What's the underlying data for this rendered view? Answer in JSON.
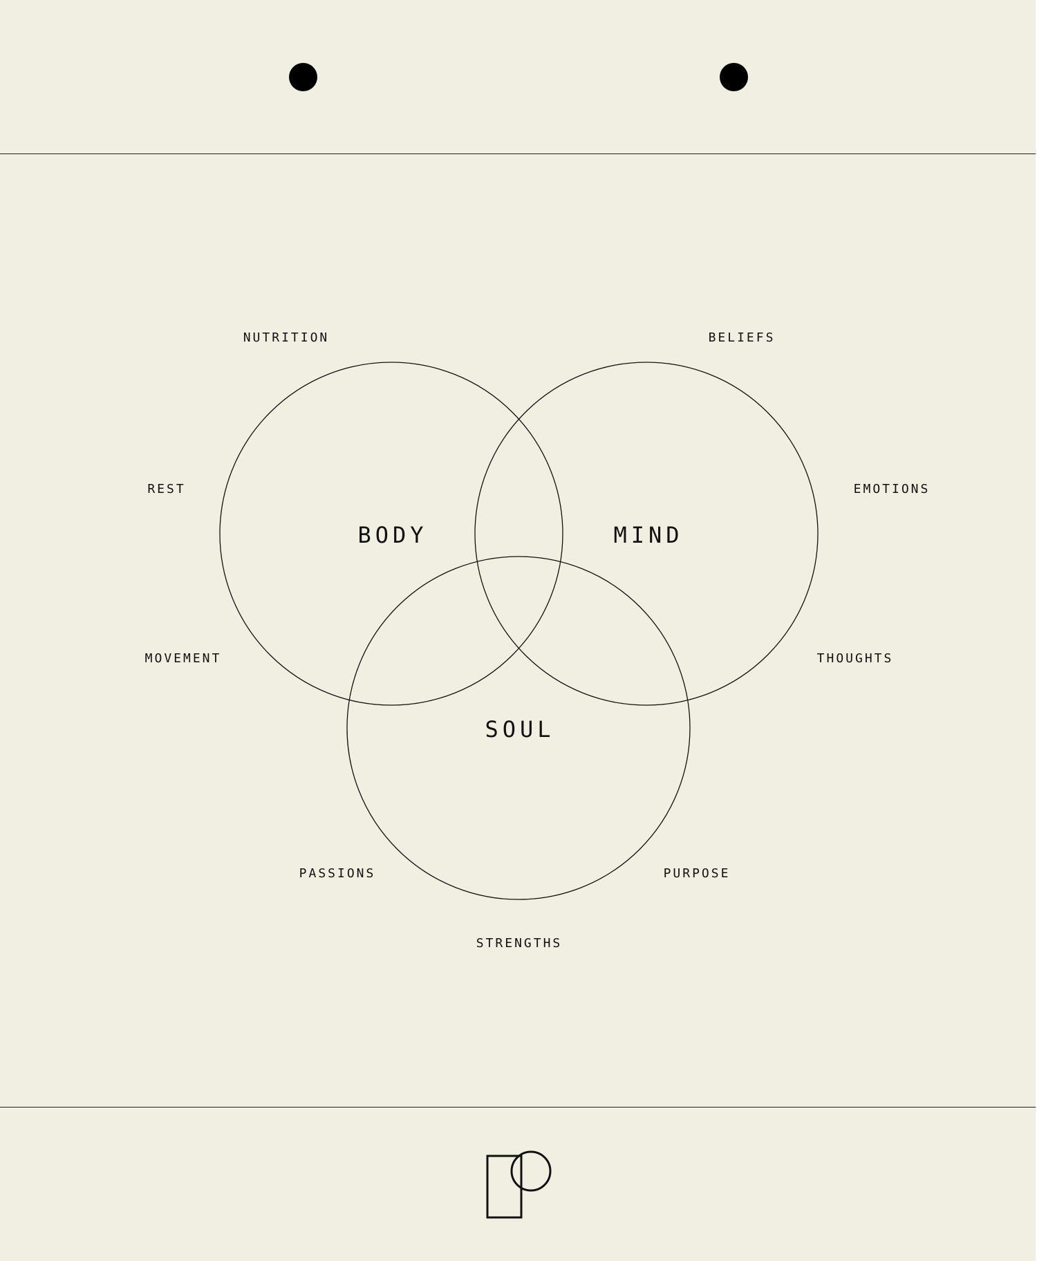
{
  "colors": {
    "background": "#f1efe2",
    "ink": "#111111",
    "hole": "#000000",
    "right_margin": "#ffffff"
  },
  "binder_holes": [
    {
      "icon": "binder-hole-icon"
    },
    {
      "icon": "binder-hole-icon"
    }
  ],
  "diagram": {
    "circles": {
      "body": "BODY",
      "mind": "MIND",
      "soul": "SOUL"
    },
    "aspects": {
      "nutrition": "NUTRITION",
      "rest": "REST",
      "movement": "MOVEMENT",
      "beliefs": "BELIEFS",
      "emotions": "EMOTIONS",
      "thoughts": "THOUGHTS",
      "passions": "PASSIONS",
      "purpose": "PURPOSE",
      "strengths": "STRENGTHS"
    }
  },
  "logo": {
    "icon": "monogram-logo-icon"
  }
}
